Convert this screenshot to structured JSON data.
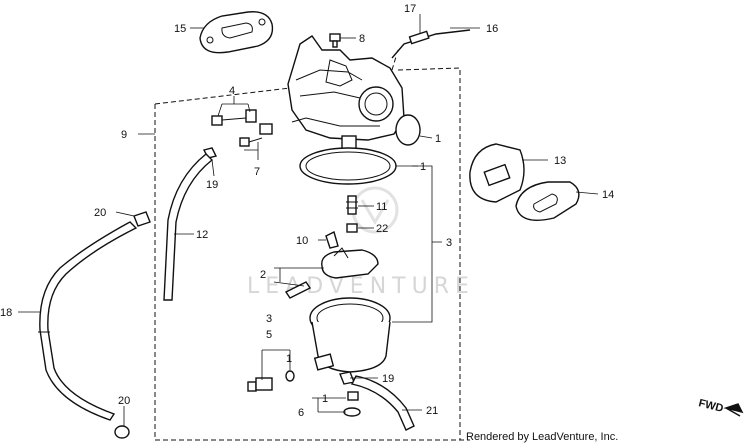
{
  "callouts": [
    {
      "id": "c15",
      "text": "15"
    },
    {
      "id": "c17",
      "text": "17"
    },
    {
      "id": "c16",
      "text": "16"
    },
    {
      "id": "c8",
      "text": "8"
    },
    {
      "id": "c4",
      "text": "4"
    },
    {
      "id": "c9",
      "text": "9"
    },
    {
      "id": "c1a",
      "text": "1"
    },
    {
      "id": "c19a",
      "text": "19"
    },
    {
      "id": "c7",
      "text": "7"
    },
    {
      "id": "c1b",
      "text": "1"
    },
    {
      "id": "c13",
      "text": "13"
    },
    {
      "id": "c14",
      "text": "14"
    },
    {
      "id": "c20a",
      "text": "20"
    },
    {
      "id": "c12",
      "text": "12"
    },
    {
      "id": "c11",
      "text": "11"
    },
    {
      "id": "c10",
      "text": "10"
    },
    {
      "id": "c22",
      "text": "22"
    },
    {
      "id": "c3a",
      "text": "3"
    },
    {
      "id": "c2",
      "text": "2"
    },
    {
      "id": "c18",
      "text": "18"
    },
    {
      "id": "c3b",
      "text": "3"
    },
    {
      "id": "c5",
      "text": "5"
    },
    {
      "id": "c1c",
      "text": "1"
    },
    {
      "id": "c19b",
      "text": "19"
    },
    {
      "id": "c20b",
      "text": "20"
    },
    {
      "id": "c6",
      "text": "6"
    },
    {
      "id": "c1d",
      "text": "1"
    },
    {
      "id": "c21",
      "text": "21"
    }
  ],
  "watermark": "LEADVENTURE",
  "fwd_label": "FWD",
  "credit": "Rendered by LeadVenture, Inc."
}
